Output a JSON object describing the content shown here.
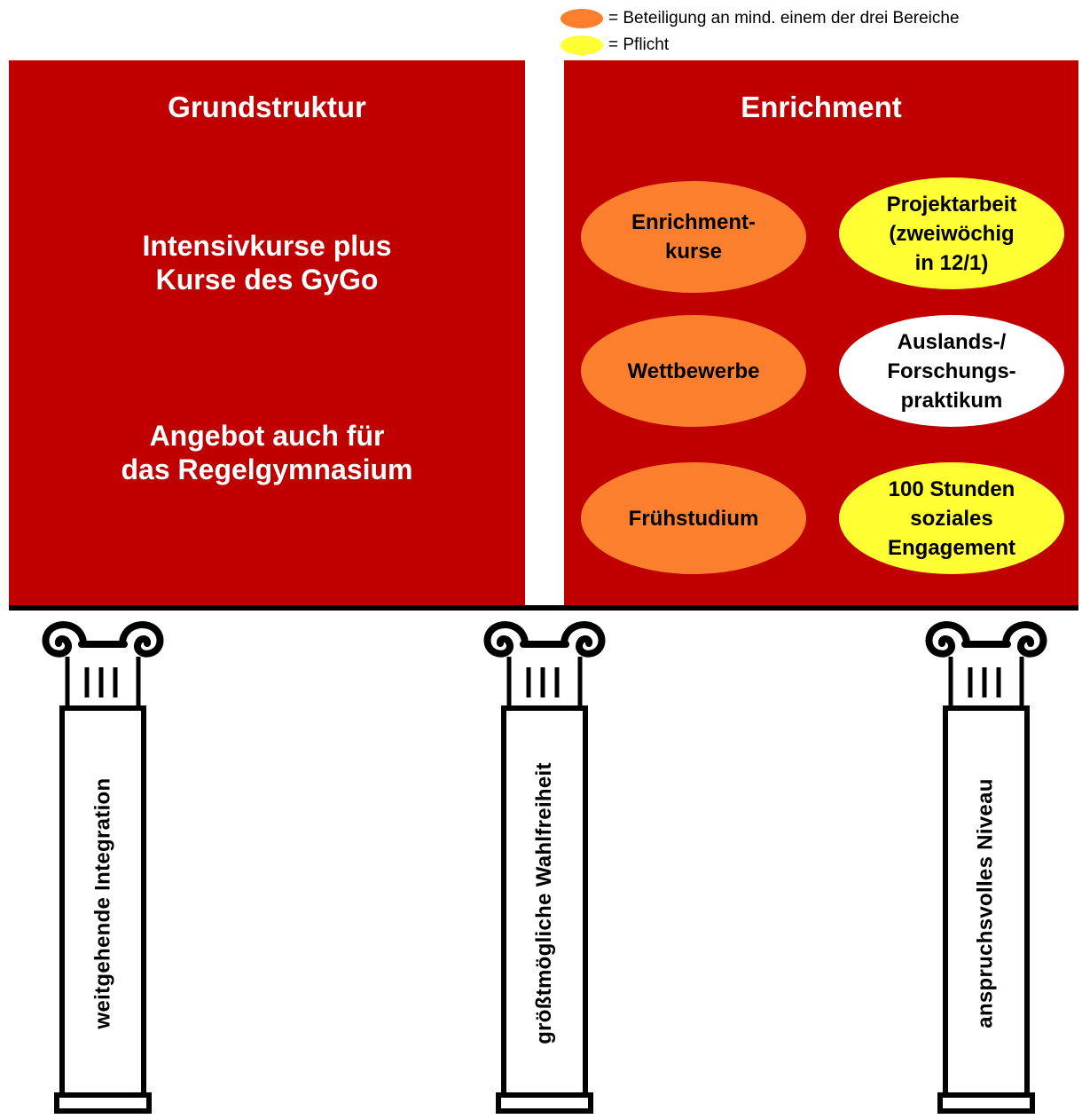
{
  "legend": {
    "items": [
      {
        "color": "#fb7f2c",
        "label": "= Beteiligung an mind. einem der drei Bereiche"
      },
      {
        "color": "#ffff33",
        "label": "= Pflicht"
      }
    ]
  },
  "left_panel": {
    "title": "Grundstruktur",
    "line1a": "Intensivkurse plus",
    "line1b": "Kurse des GyGo",
    "line2a": "Angebot auch für",
    "line2b": "das Regelgymnasium"
  },
  "right_panel": {
    "title": "Enrichment",
    "ellipses": [
      {
        "lines": [
          "Enrichment-",
          "kurse"
        ],
        "color": "#fb7f2c"
      },
      {
        "lines": [
          "Projektarbeit",
          "(zweiwöchig",
          "in 12/1)"
        ],
        "color": "#ffff33"
      },
      {
        "lines": [
          "Wettbewerbe"
        ],
        "color": "#fb7f2c"
      },
      {
        "lines": [
          "Auslands-/",
          "Forschungs-",
          "praktikum"
        ],
        "color": "#ffffff"
      },
      {
        "lines": [
          "Frühstudium"
        ],
        "color": "#fb7f2c"
      },
      {
        "lines": [
          "100 Stunden",
          "soziales",
          "Engagement"
        ],
        "color": "#ffff33"
      }
    ]
  },
  "columns": [
    {
      "label": "weitgehende Integration"
    },
    {
      "label": "größtmögliche Wahlfreiheit"
    },
    {
      "label": "anspruchsvolles Niveau"
    }
  ],
  "colors": {
    "panel_red": "#c00000",
    "orange": "#fb7f2c",
    "yellow": "#ffff33"
  }
}
